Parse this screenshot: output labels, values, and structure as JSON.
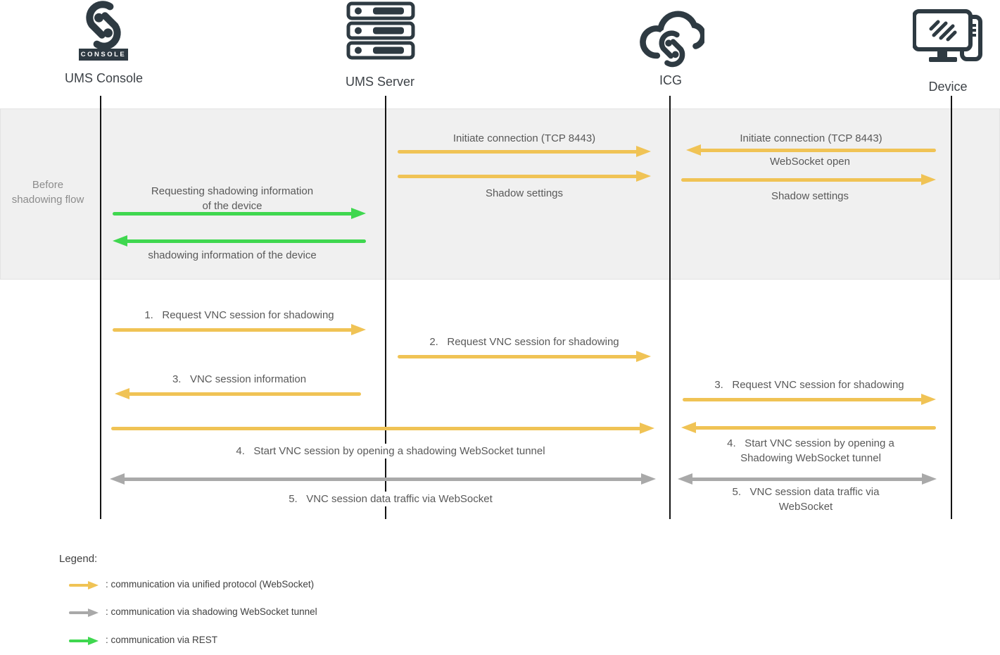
{
  "colors": {
    "arrow_yellow": "#F0C355",
    "arrow_gray": "#A9A9A9",
    "arrow_green": "#3FD74F",
    "icon_dark": "#2E3A42",
    "band_background": "#F0F0F0"
  },
  "actors": {
    "console": {
      "label": "UMS Console",
      "badge": "CONSOLE"
    },
    "server": {
      "label": "UMS Server"
    },
    "icg": {
      "label": "ICG"
    },
    "device": {
      "label": "Device"
    }
  },
  "band": {
    "label": "Before shadowing flow"
  },
  "messages": {
    "init_conn_server_icg": "Initiate connection (TCP 8443)",
    "shadow_settings_server_icg": "Shadow settings",
    "init_conn_device_icg": "Initiate connection (TCP 8443)",
    "websocket_open": "WebSocket open",
    "shadow_settings_icg_device": "Shadow settings",
    "request_shadow_info": "Requesting shadowing information of the device",
    "shadow_info_reply": "shadowing information of the device",
    "step1": "1.   Request VNC session for shadowing",
    "step2": "2.   Request VNC session for shadowing",
    "step3_info": "3.   VNC session information",
    "step3_request": "3.   Request VNC session for shadowing",
    "step4_long": "4.   Start VNC session by opening a shadowing WebSocket tunnel",
    "step4_device": "4.   Start VNC session by opening a Shadowing WebSocket tunnel",
    "step5_long": "5.   VNC session data traffic via WebSocket",
    "step5_device": "5.   VNC session data traffic via WebSocket"
  },
  "legend": {
    "title": "Legend:",
    "items": [
      {
        "color": "yellow",
        "label": ": communication via unified protocol (WebSocket)"
      },
      {
        "color": "gray",
        "label": ": communication via shadowing WebSocket tunnel"
      },
      {
        "color": "green",
        "label": ": communication via REST"
      }
    ]
  }
}
